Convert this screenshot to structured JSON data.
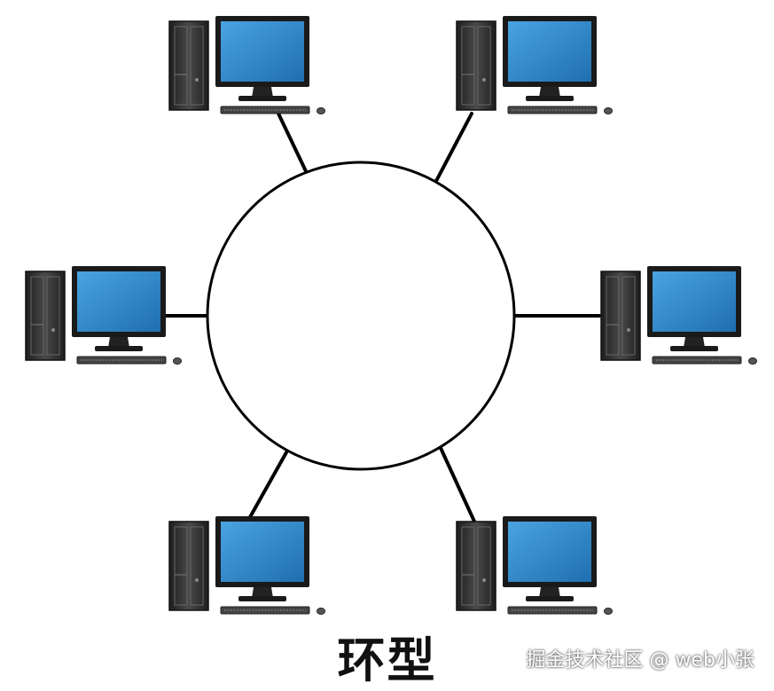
{
  "diagram": {
    "title": "环型",
    "watermark": "掘金技术社区 @ web小张",
    "ring_color": "#000000",
    "screen_color": "#2f86c8",
    "case_color": "#333333",
    "nodes": [
      {
        "id": "top-left"
      },
      {
        "id": "top-right"
      },
      {
        "id": "left"
      },
      {
        "id": "right"
      },
      {
        "id": "bottom-left"
      },
      {
        "id": "bottom-right"
      }
    ]
  }
}
